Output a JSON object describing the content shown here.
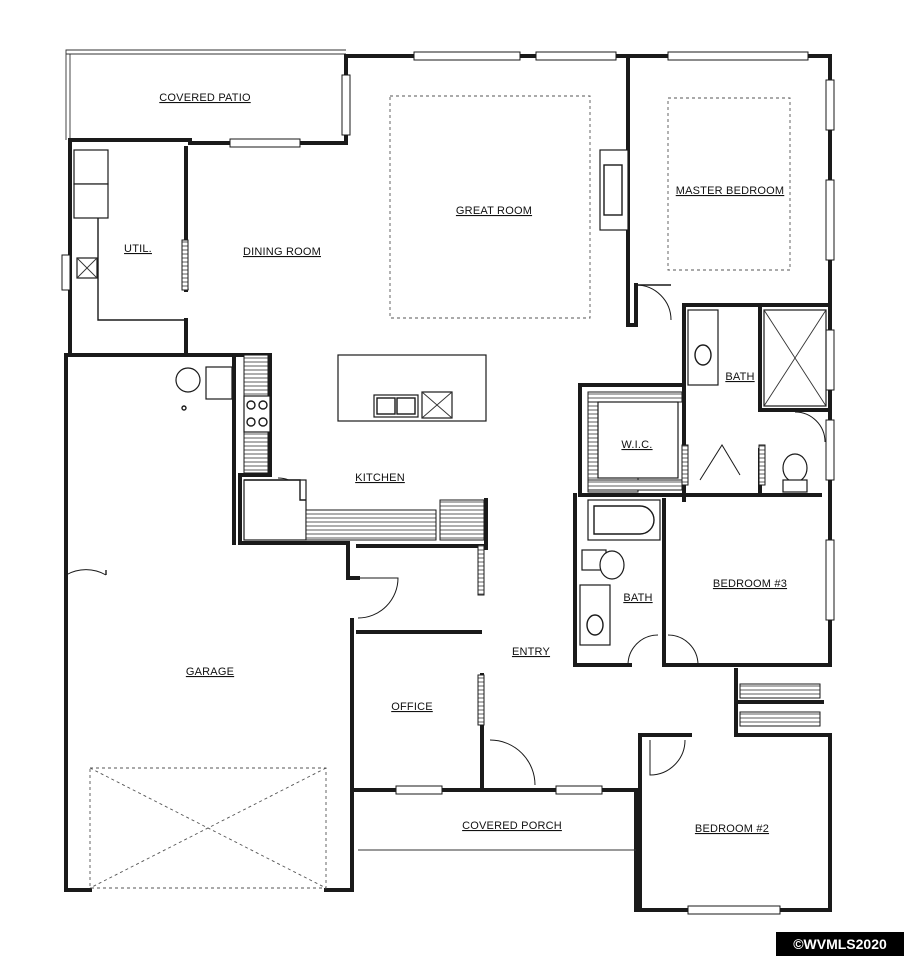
{
  "rooms": {
    "covered_patio": "COVERED PATIO",
    "util": "UTIL.",
    "dining_room": "DINING ROOM",
    "great_room": "GREAT ROOM",
    "master_bedroom": "MASTER BEDROOM",
    "bath_master": "BATH",
    "wic": "W.I.C.",
    "kitchen": "KITCHEN",
    "bath_2": "BATH",
    "bedroom_3": "BEDROOM #3",
    "entry": "ENTRY",
    "garage": "GARAGE",
    "office": "OFFICE",
    "covered_porch": "COVERED PORCH",
    "bedroom_2": "BEDROOM #2"
  },
  "watermark": "©WVMLS2020"
}
